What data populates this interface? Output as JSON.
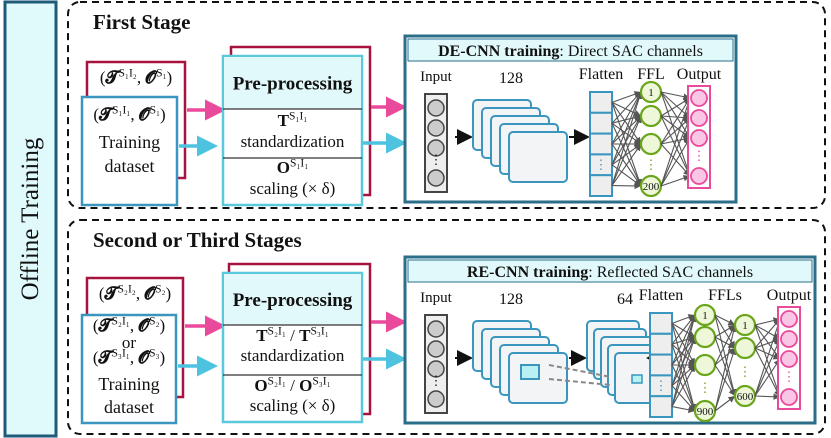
{
  "side_label": "Offline Training",
  "colors": {
    "pink": "#ea4a9b",
    "blue": "#4ec3df",
    "crimson": "#a8123f",
    "teal": "#2a6e8a",
    "cyan_fill": "#e2f9fb",
    "green": "#6aa51c",
    "green_fill": "#eef8d9",
    "pink_fill": "#fbc6e6"
  },
  "stages": [
    {
      "title": "First Stage",
      "back_data": [
        {
          "t": "("
        },
        {
          "t": "𝓣",
          "b": 1
        },
        {
          "s": "S₁I₂"
        },
        {
          "t": ", "
        },
        {
          "t": "𝓞",
          "b": 1
        },
        {
          "s": "S₁"
        },
        {
          "t": ")"
        }
      ],
      "front_data": [
        [
          {
            "t": "("
          },
          {
            "t": "𝓣",
            "b": 1
          },
          {
            "s": "S₁I₁"
          },
          {
            "t": ", "
          },
          {
            "t": "𝓞",
            "b": 1
          },
          {
            "s": "S₁"
          },
          {
            "t": ")"
          }
        ]
      ],
      "front_caption": [
        "Training",
        "dataset"
      ],
      "pre_title": "Pre-processing",
      "std_symbol": [
        {
          "t": "T",
          "b": 1
        },
        {
          "s": "S₁I₁"
        }
      ],
      "std_label": "standardization",
      "scale_symbol": [
        {
          "t": "O",
          "b": 1
        },
        {
          "s": "S₁I₁"
        }
      ],
      "scale_label": "scaling (× δ)",
      "net": {
        "title_bold": "DE-CNN training",
        "title_rest": ": Direct SAC channels",
        "input_label": "Input",
        "conv_labels": [
          "128"
        ],
        "flatten_label": "Flatten",
        "ffl_label": "FFL",
        "ffl_layers": [
          {
            "first": "1",
            "last": "200"
          }
        ],
        "output_label": "Output"
      }
    },
    {
      "title": "Second or Third Stages",
      "back_data": [
        {
          "t": "("
        },
        {
          "t": "𝓣",
          "b": 1
        },
        {
          "s": "S₂I₂"
        },
        {
          "t": ", "
        },
        {
          "t": "𝓞",
          "b": 1
        },
        {
          "s": "S₂"
        },
        {
          "t": ")"
        }
      ],
      "front_data": [
        [
          {
            "t": "("
          },
          {
            "t": "𝓣",
            "b": 1
          },
          {
            "s": "S₂I₁"
          },
          {
            "t": ", "
          },
          {
            "t": "𝓞",
            "b": 1
          },
          {
            "s": "S₂"
          },
          {
            "t": ")"
          }
        ],
        [
          {
            "t": "or"
          }
        ],
        [
          {
            "t": "("
          },
          {
            "t": "𝓣",
            "b": 1
          },
          {
            "s": "S₃I₁"
          },
          {
            "t": ", "
          },
          {
            "t": "𝓞",
            "b": 1
          },
          {
            "s": "S₃"
          },
          {
            "t": ")"
          }
        ]
      ],
      "front_caption": [
        "Training",
        "dataset"
      ],
      "pre_title": "Pre-processing",
      "std_symbol": [
        {
          "t": "T",
          "b": 1
        },
        {
          "s": "S₂I₁"
        },
        {
          "t": " / "
        },
        {
          "t": "T",
          "b": 1
        },
        {
          "s": "S₃I₁"
        }
      ],
      "std_label": "standardization",
      "scale_symbol": [
        {
          "t": "O",
          "b": 1
        },
        {
          "s": "S₂I₁"
        },
        {
          "t": " / "
        },
        {
          "t": "O",
          "b": 1
        },
        {
          "s": "S₃I₁"
        }
      ],
      "scale_label": "scaling (× δ)",
      "net": {
        "title_bold": "RE-CNN training",
        "title_rest": ": Reflected SAC channels",
        "input_label": "Input",
        "conv_labels": [
          "128",
          "64"
        ],
        "flatten_label": "Flatten",
        "ffl_label": "FFLs",
        "ffl_layers": [
          {
            "first": "1",
            "last": "900"
          },
          {
            "first": "1",
            "last": "600"
          }
        ],
        "output_label": "Output"
      }
    }
  ]
}
